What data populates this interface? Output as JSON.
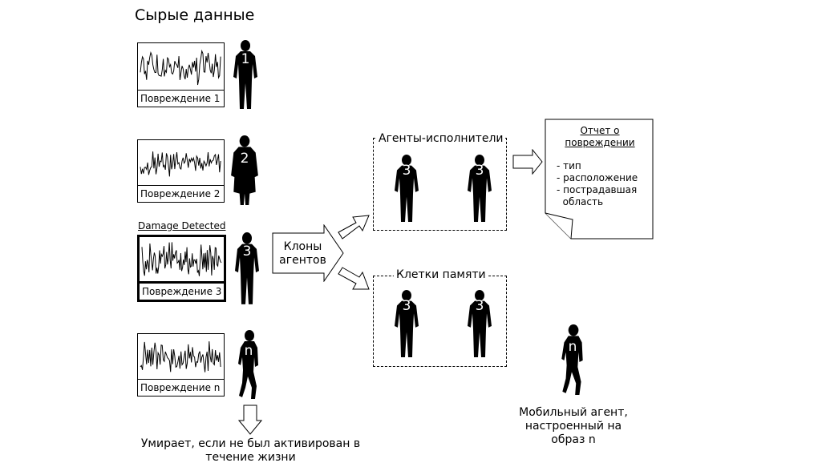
{
  "title": "Сырые данные",
  "damage_panels": [
    {
      "caption": "Повреждение 1",
      "agent": "1"
    },
    {
      "caption": "Повреждение 2",
      "agent": "2"
    },
    {
      "caption": "Повреждение 3",
      "agent": "3"
    },
    {
      "caption": "Повреждение n",
      "agent": "n"
    }
  ],
  "damage_detected": "Damage Detected",
  "clones_label": "Клоны агентов",
  "executors": {
    "label": "Агенты-исполнители",
    "agent": "3"
  },
  "memory": {
    "label": "Клетки памяти",
    "agent": "3"
  },
  "report": {
    "title": "Отчет о повреждении",
    "items": [
      "- тип",
      "- расположение",
      "- пострадавшая",
      "  область"
    ]
  },
  "dies_note": "Умирает, если не был активирован в течение жизни",
  "mobile_agent": {
    "label": "Мобильный агент, настроенный на образ n",
    "agent": "n"
  }
}
